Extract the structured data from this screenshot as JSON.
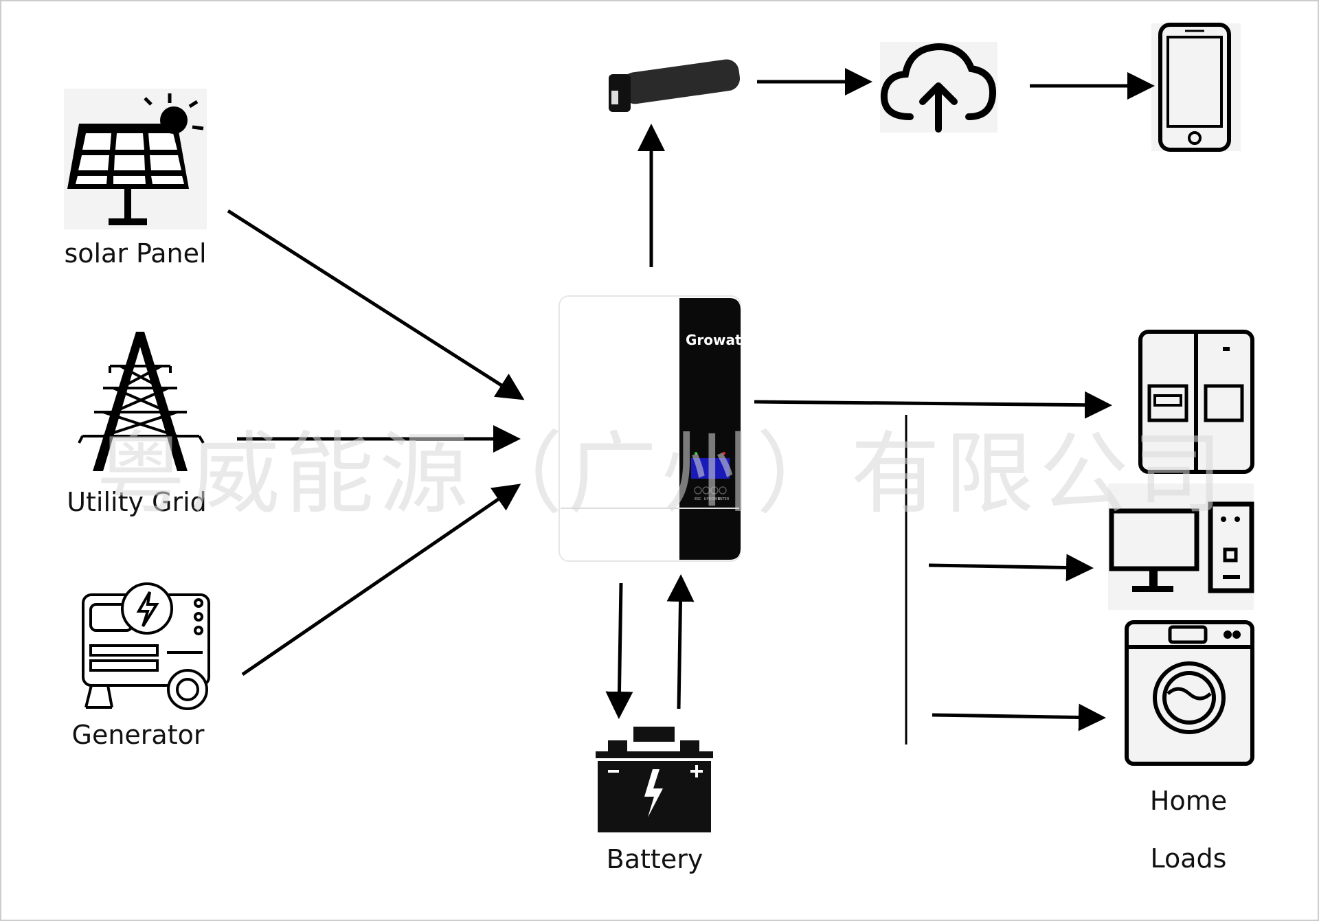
{
  "nodes": {
    "solar": {
      "label": "solar Panel"
    },
    "grid": {
      "label": "Utility Grid"
    },
    "generator": {
      "label": "Generator"
    },
    "inverter": {
      "brand": "Growatt",
      "buttons": [
        "ESC",
        "UP",
        "DOWN",
        "ENTER"
      ]
    },
    "battery": {
      "label": "Battery"
    },
    "loads": {
      "label_line1": "Home",
      "label_line2": "Loads"
    }
  },
  "watermark": "粤威能源（广州）有限公司",
  "colors": {
    "stroke": "#000000",
    "inverter_body": "#ffffff",
    "inverter_panel": "#0a0a0a",
    "brand": "#7fd321",
    "lcd": "#1a1ab8",
    "icon_bg": "#f3f3f3"
  }
}
